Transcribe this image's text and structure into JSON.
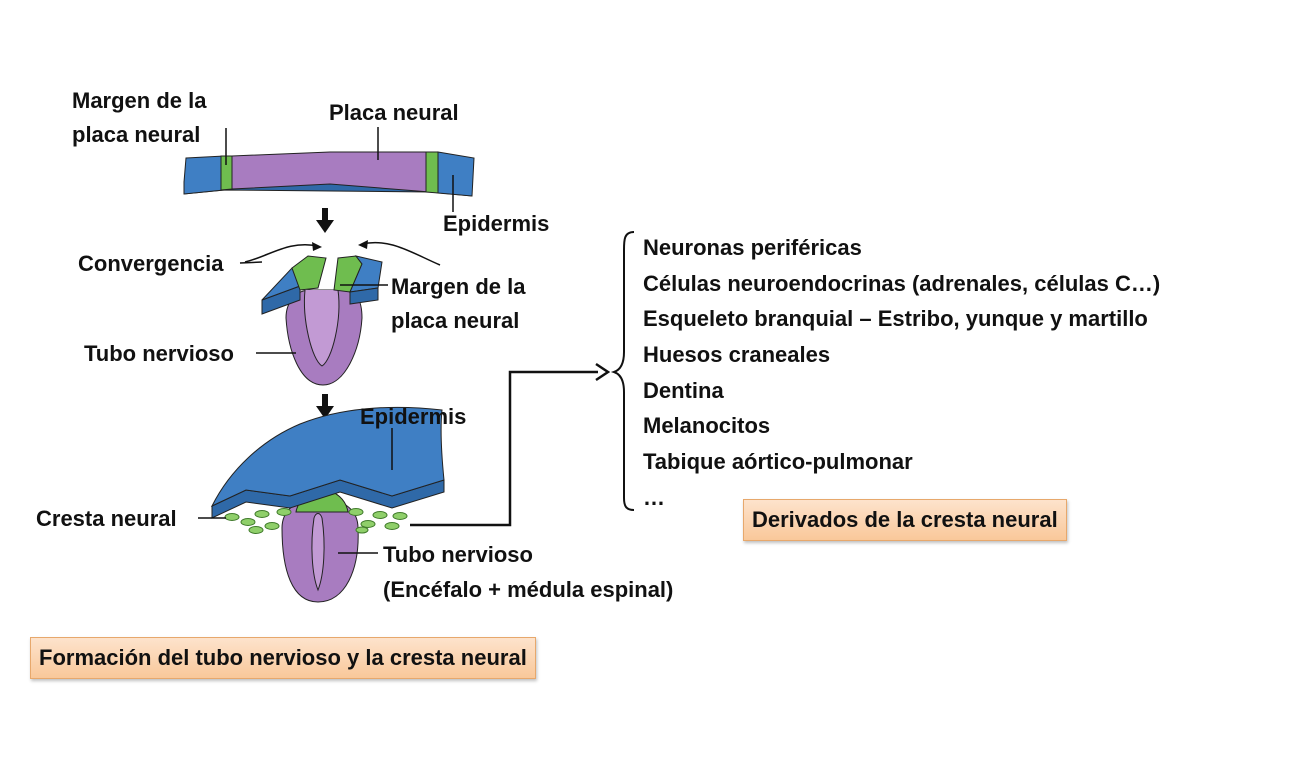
{
  "labels": {
    "margen_top": "Margen de la\nplaca neural",
    "placa_neural": "Placa neural",
    "epidermis_top": "Epidermis",
    "convergencia": "Convergencia",
    "margen_mid": "Margen de la\nplaca neural",
    "tubo_mid": "Tubo nervioso",
    "epidermis_bottom": "Epidermis",
    "cresta_neural": "Cresta neural",
    "tubo_bottom": "Tubo nervioso",
    "tubo_bottom_sub": "(Encéfalo + médula espinal)"
  },
  "derivatives": [
    "Neuronas periféricas",
    "Células neuroendocrinas (adrenales, células C…)",
    "Esqueleto branquial – Estribo, yunque y martillo",
    "Huesos craneales",
    "Dentina",
    "Melanocitos",
    "Tabique aórtico-pulmonar",
    "…"
  ],
  "boxes": {
    "derivados": "Derivados de la cresta neural",
    "formacion": "Formación del tubo nervioso y la cresta neural"
  },
  "colors": {
    "epidermis": "#3f7fc4",
    "neural_plate": "#a87cc0",
    "neural_margin": "#6fbd4f",
    "box_fill": "#fbd3ad"
  }
}
